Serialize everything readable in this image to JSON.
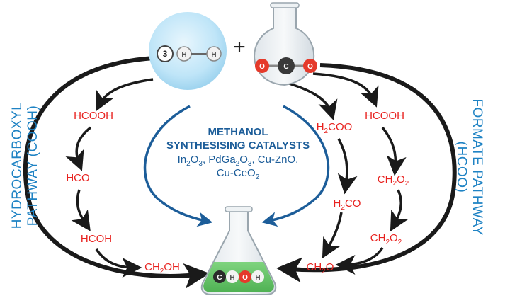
{
  "reactants": {
    "h2_coefficient": "3",
    "h2_atoms": [
      "H",
      "H"
    ],
    "plus": "+",
    "co2_atoms": [
      "O",
      "C",
      "O"
    ]
  },
  "catalysts": {
    "title_line1": "METHANOL",
    "title_line2": "SYNTHESISING CATALYSTS",
    "line3": [
      {
        "t": "In"
      },
      {
        "t": "2",
        "sub": true
      },
      {
        "t": "O"
      },
      {
        "t": "3",
        "sub": true
      },
      {
        "t": ", PdGa"
      },
      {
        "t": "2",
        "sub": true
      },
      {
        "t": "O"
      },
      {
        "t": "3",
        "sub": true
      },
      {
        "t": ", Cu-ZnO,"
      }
    ],
    "line4": [
      {
        "t": "Cu-CeO"
      },
      {
        "t": "2",
        "sub": true
      }
    ]
  },
  "cooh_pathway": {
    "label_line1": "HYDROCARBOXYL",
    "label_line2": "PATHWAY (COOH)",
    "species": [
      [
        {
          "t": "HCOOH"
        }
      ],
      [
        {
          "t": "HCO"
        }
      ],
      [
        {
          "t": "HCOH"
        }
      ],
      [
        {
          "t": "CH"
        },
        {
          "t": "2",
          "sub": true
        },
        {
          "t": "OH"
        }
      ]
    ]
  },
  "h2coo_branch": {
    "species": [
      [
        {
          "t": "H"
        },
        {
          "t": "2",
          "sub": true
        },
        {
          "t": "COO"
        }
      ],
      [
        {
          "t": "H"
        },
        {
          "t": "2",
          "sub": true
        },
        {
          "t": "CO"
        }
      ]
    ]
  },
  "formate_pathway": {
    "label_line1": "FORMATE PATHWAY",
    "label_line2": "(HCOO)",
    "species": [
      [
        {
          "t": "HCOOH"
        }
      ],
      [
        {
          "t": "CH"
        },
        {
          "t": "2",
          "sub": true
        },
        {
          "t": "O"
        },
        {
          "t": "2",
          "sub": true
        }
      ],
      [
        {
          "t": "CH"
        },
        {
          "t": "2",
          "sub": true
        },
        {
          "t": "O"
        },
        {
          "t": "2",
          "sub": true
        }
      ],
      [
        {
          "t": "CH"
        },
        {
          "t": "2",
          "sub": true
        },
        {
          "t": "O"
        }
      ]
    ]
  },
  "product": {
    "methanol_atoms": [
      "C",
      "H",
      "O",
      "H"
    ]
  },
  "colors": {
    "species": "#e8221f",
    "catalyst_text": "#1c5d99",
    "pathway_label": "#1f83c4",
    "arrow_black": "#1a1a1a",
    "arrow_blue": "#1c5d99",
    "liquid": "#5fc163"
  }
}
